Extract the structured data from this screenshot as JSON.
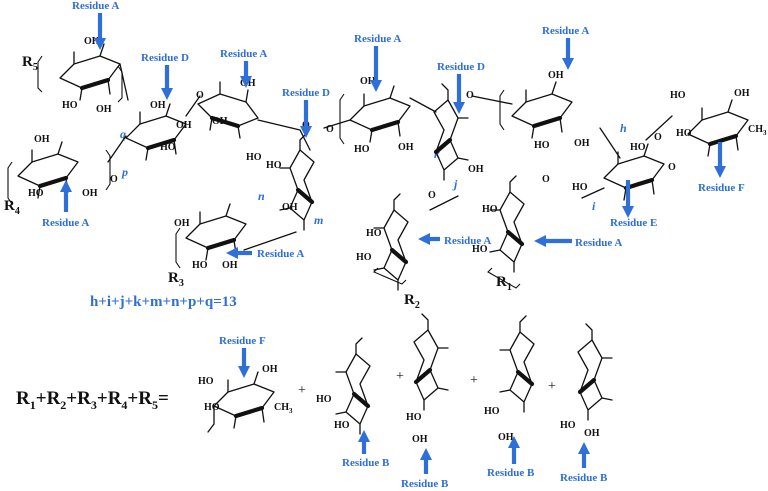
{
  "labels": {
    "residue_a": "Residue A",
    "residue_b": "Residue B",
    "residue_d": "Residue D",
    "residue_e": "Residue E",
    "residue_f": "Residue F"
  },
  "atoms": {
    "ho": "HO",
    "oh": "OH",
    "ch3": "CH",
    "ch3_sub": "3"
  },
  "substituents": {
    "r": "R",
    "n1": "1",
    "n2": "2",
    "n3": "3",
    "n4": "4",
    "n5": "5"
  },
  "indices": {
    "h": "h",
    "i": "i",
    "j": "j",
    "k": "k",
    "m": "m",
    "n": "n",
    "p": "p",
    "q": "q"
  },
  "equation_sum": "h+i+j+k+m+n+p+q=13",
  "equation_r": {
    "r": "R",
    "plus": "+",
    "eq": "=",
    "n1": "1",
    "n2": "2",
    "n3": "3",
    "n4": "4",
    "n5": "5"
  },
  "plus_sign": "+",
  "colors": {
    "accent": "#2f6fd8",
    "ink": "#111111"
  }
}
